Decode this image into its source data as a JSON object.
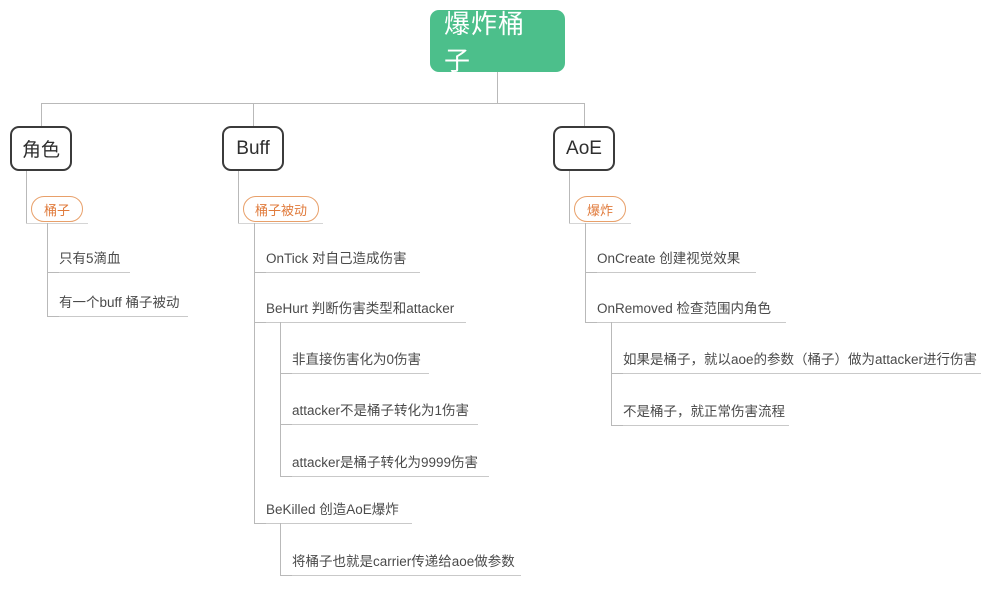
{
  "diagram": {
    "type": "mind-map",
    "title": "爆炸桶子",
    "colors": {
      "root_fill": "#4cbf8b",
      "root_text": "#ffffff",
      "box_border": "#3b3b3b",
      "box_text": "#2f2f2f",
      "pill_border": "#e8a06a",
      "pill_text": "#e07b3c",
      "leaf_text": "#4a4a4a",
      "connector": "#b9b9b9",
      "underline": "#c9c9c9",
      "background": "#ffffff"
    }
  },
  "root": {
    "label": "爆炸桶子"
  },
  "branches": [
    {
      "id": "role",
      "label": "角色",
      "tag": "桶子",
      "items": [
        {
          "label": "只有5滴血",
          "children": []
        },
        {
          "label": "有一个buff 桶子被动",
          "children": []
        }
      ]
    },
    {
      "id": "buff",
      "label": "Buff",
      "tag": "桶子被动",
      "items": [
        {
          "label": "OnTick 对自己造成伤害",
          "children": []
        },
        {
          "label": "BeHurt 判断伤害类型和attacker",
          "children": [
            {
              "label": "非直接伤害化为0伤害"
            },
            {
              "label": "attacker不是桶子转化为1伤害"
            },
            {
              "label": "attacker是桶子转化为9999伤害"
            }
          ]
        },
        {
          "label": "BeKilled 创造AoE爆炸",
          "children": [
            {
              "label": "将桶子也就是carrier传递给aoe做参数"
            }
          ]
        }
      ]
    },
    {
      "id": "aoe",
      "label": "AoE",
      "tag": "爆炸",
      "items": [
        {
          "label": "OnCreate 创建视觉效果",
          "children": []
        },
        {
          "label": "OnRemoved 检查范围内角色",
          "children": [
            {
              "label": "如果是桶子，就以aoe的参数（桶子）做为attacker进行伤害"
            },
            {
              "label": "不是桶子，就正常伤害流程"
            }
          ]
        }
      ]
    }
  ]
}
